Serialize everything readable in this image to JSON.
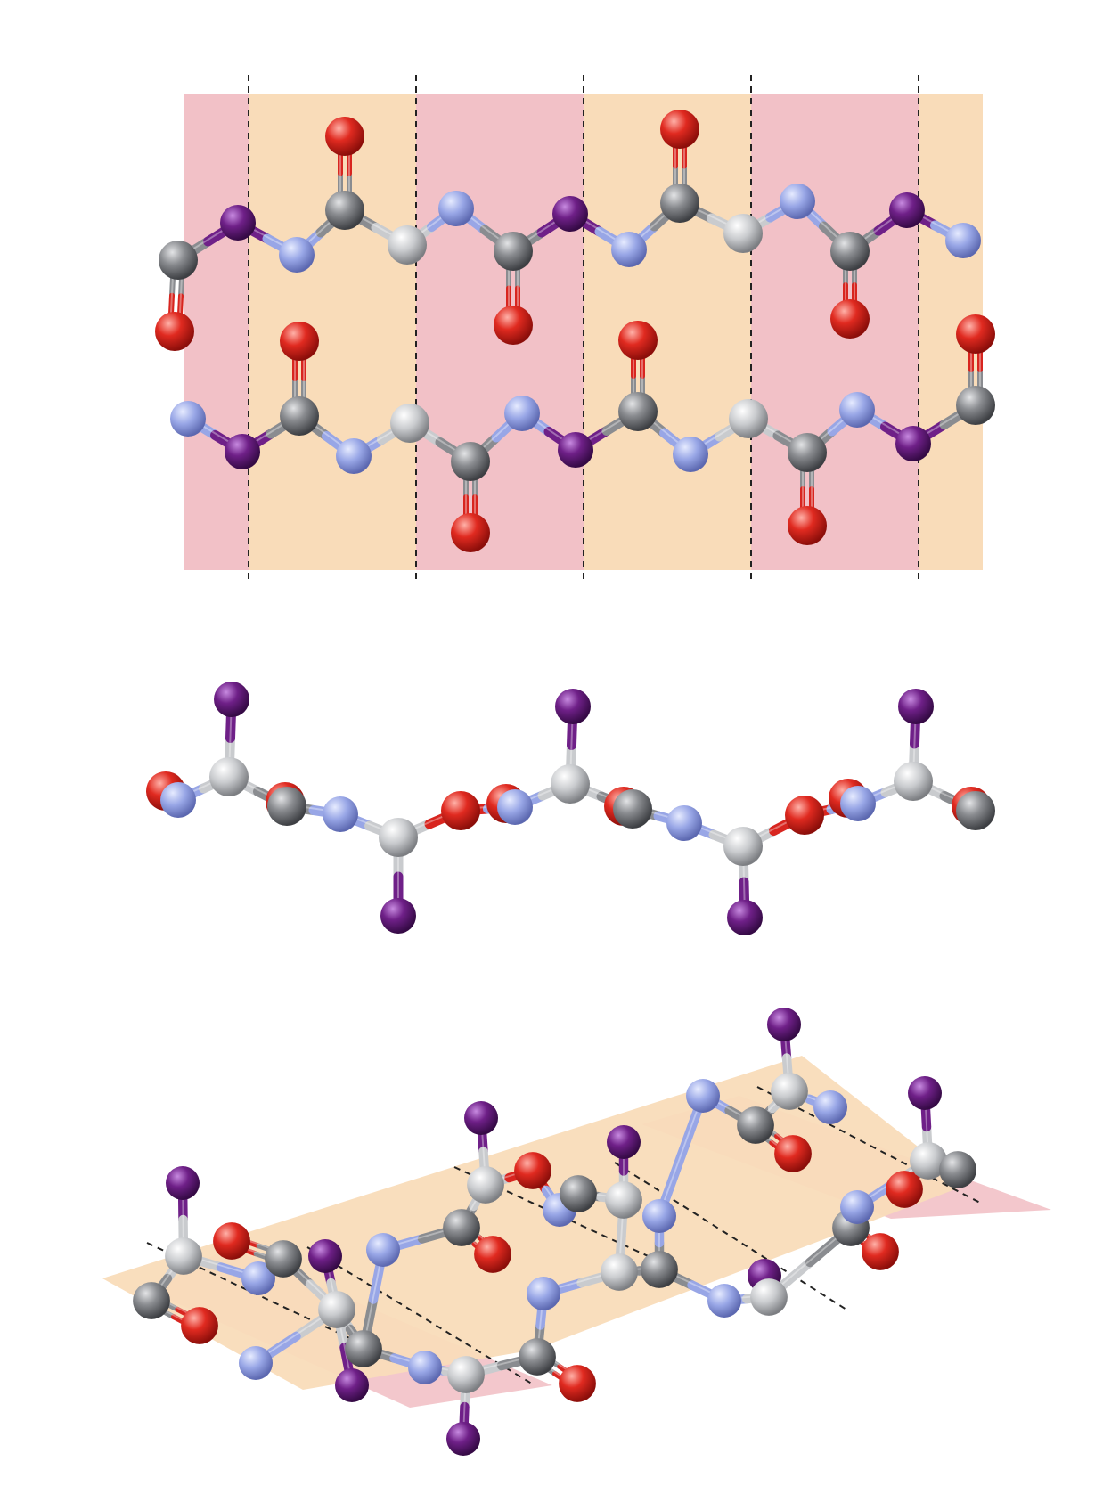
{
  "figure": {
    "panels": [
      {
        "id": "top-view",
        "description_shown": false
      },
      {
        "id": "side-view",
        "description_shown": false
      },
      {
        "id": "perspective-view",
        "description_shown": false
      }
    ]
  },
  "legend": {
    "atoms": [
      {
        "element": "carbon-sp2",
        "color": "#7d7f83"
      },
      {
        "element": "carbon-sp3",
        "color": "#c4c6c9"
      },
      {
        "element": "nitrogen",
        "color": "#8f9ee0"
      },
      {
        "element": "oxygen",
        "color": "#d8251f"
      },
      {
        "element": "iodine",
        "color": "#6c1e86"
      }
    ],
    "regions": [
      {
        "name": "pink-band",
        "color": "#f2c0c6"
      },
      {
        "name": "peach-band",
        "color": "#f9dcb8"
      }
    ]
  }
}
